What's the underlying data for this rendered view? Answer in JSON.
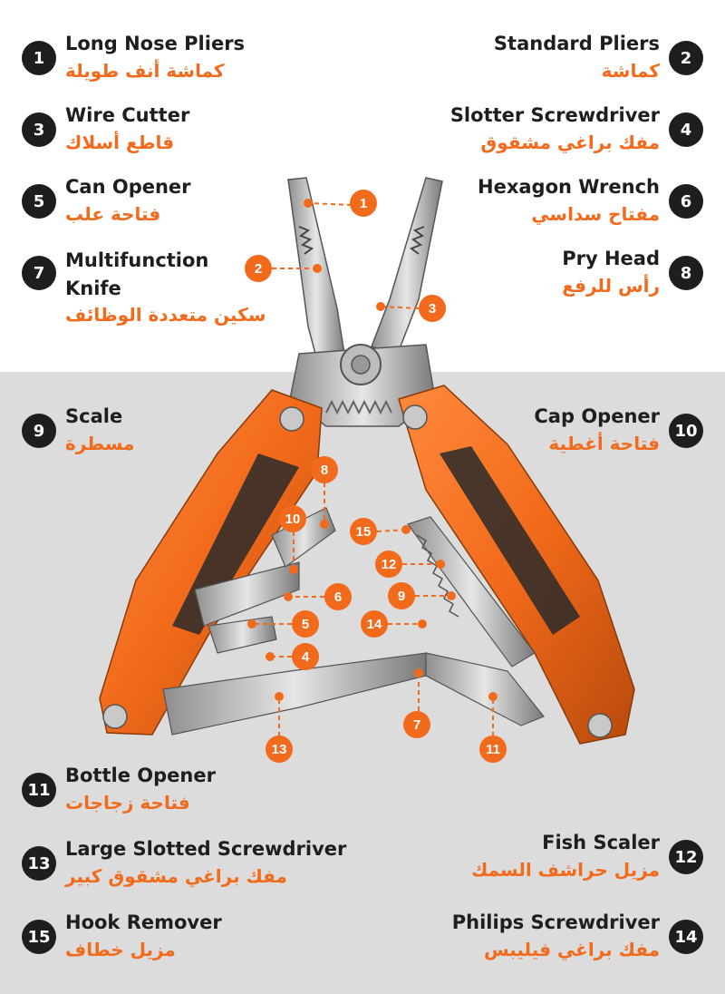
{
  "colors": {
    "accent": "#f26a1b",
    "dark": "#1e1e1e",
    "gray_band": "#dcdcdc"
  },
  "features": [
    {
      "num": "1",
      "en": "Long Nose Pliers",
      "ar": "كماشة أنف طويلة"
    },
    {
      "num": "2",
      "en": "Standard Pliers",
      "ar": "كماشة"
    },
    {
      "num": "3",
      "en": "Wire Cutter",
      "ar": "قاطع أسلاك"
    },
    {
      "num": "4",
      "en": "Slotter Screwdriver",
      "ar": "مفك براغي مشقوق"
    },
    {
      "num": "5",
      "en": "Can Opener",
      "ar": "فتاحة علب"
    },
    {
      "num": "6",
      "en": "Hexagon Wrench",
      "ar": "مفتاح سداسي"
    },
    {
      "num": "7",
      "en": "Multifunction Knife",
      "ar": "سكين متعددة الوظائف"
    },
    {
      "num": "8",
      "en": "Pry Head",
      "ar": "رأس للرفع"
    },
    {
      "num": "9",
      "en": "Scale",
      "ar": "مسطرة"
    },
    {
      "num": "10",
      "en": "Cap Opener",
      "ar": "فتاحة أغطية"
    },
    {
      "num": "11",
      "en": "Bottle Opener",
      "ar": "فتاحة زجاجات"
    },
    {
      "num": "12",
      "en": "Fish Scaler",
      "ar": "مزيل حراشف السمك"
    },
    {
      "num": "13",
      "en": "Large Slotted Screwdriver",
      "ar": "مفك براغي مشقوق كبير"
    },
    {
      "num": "14",
      "en": "Philips Screwdriver",
      "ar": "مفك براغي فيليبس"
    },
    {
      "num": "15",
      "en": "Hook Remover",
      "ar": "مزيل خطاف"
    }
  ],
  "callouts": [
    "1",
    "2",
    "3",
    "8",
    "10",
    "6",
    "5",
    "4",
    "13",
    "15",
    "12",
    "9",
    "14",
    "7",
    "11"
  ]
}
